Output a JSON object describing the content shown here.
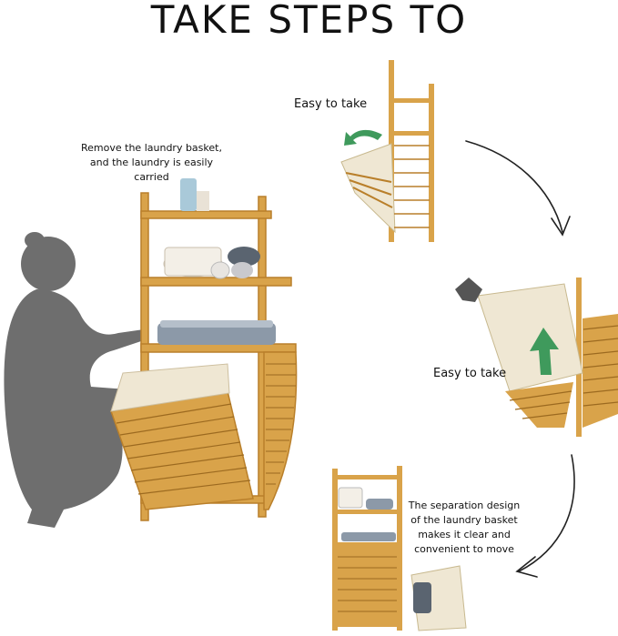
{
  "title": "TAKE STEPS TO",
  "captions": {
    "remove_line1": "Remove the laundry basket,",
    "remove_line2": "and the laundry is easily carried",
    "easy_take_1": "Easy to take",
    "easy_take_2": "Easy to take",
    "separation_line1": "The separation design",
    "separation_line2": "of the laundry basket",
    "separation_line3": "makes it clear and",
    "separation_line4": "convenient to move"
  },
  "colors": {
    "bamboo": "#d9a34a",
    "bamboo_dark": "#b97f2a",
    "canvas": "#efe7d3",
    "silhouette": "#6e6e6e",
    "arrow_green": "#3f9a5c"
  },
  "icons": {
    "step_arrow": "curved-arrow-icon",
    "lift_arrow": "up-arrow-icon",
    "tilt_arrow": "back-arrow-icon"
  }
}
